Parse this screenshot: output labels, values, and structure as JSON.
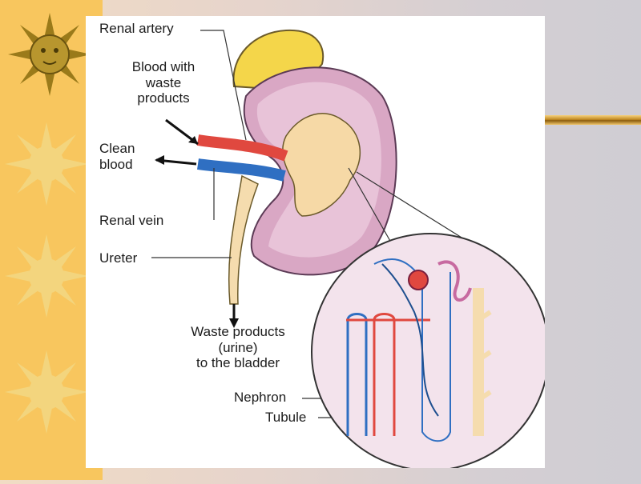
{
  "labels": {
    "renal_artery": "Renal artery",
    "blood_with_waste": [
      "Blood with",
      "waste",
      "products"
    ],
    "clean_blood": [
      "Clean",
      "blood"
    ],
    "renal_vein": "Renal vein",
    "ureter": "Ureter",
    "waste_products": [
      "Waste products",
      "(urine)",
      "to the bladder"
    ],
    "nephron": "Nephron",
    "tubule": "Tubule"
  },
  "colors": {
    "sun_strip": "#f8c65e",
    "kidney_pink": "#d9a7c4",
    "fat_yellow": "#f4d64a",
    "artery_red": "#e0483f",
    "vein_blue": "#2f6fc2",
    "tubule_tan": "#f5dcae"
  },
  "icons": [
    "sun-icon",
    "sun-icon",
    "sun-icon",
    "sun-icon"
  ]
}
